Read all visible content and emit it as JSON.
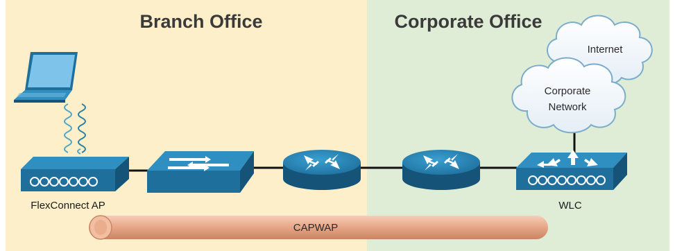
{
  "zones": {
    "branch": {
      "title": "Branch Office",
      "color": "#fcefc9"
    },
    "corporate": {
      "title": "Corporate Office",
      "color": "#dfecd6"
    }
  },
  "clouds": {
    "internet": {
      "label": "Internet"
    },
    "corporate_network": {
      "line1": "Corporate",
      "line2": "Network"
    }
  },
  "devices": {
    "ap": {
      "label": "FlexConnect AP",
      "icon": "access-point-icon"
    },
    "switch": {
      "icon": "switch-icon"
    },
    "router_branch": {
      "icon": "router-icon"
    },
    "router_corporate": {
      "icon": "router-icon"
    },
    "wlc": {
      "label": "WLC",
      "icon": "wireless-lan-controller-icon"
    },
    "laptop": {
      "icon": "laptop-icon"
    }
  },
  "tunnel": {
    "label": "CAPWAP",
    "color": "#e9a98a"
  },
  "colors": {
    "device": "#1f6f9c",
    "device_top": "#2e8fc0",
    "device_dark": "#155478"
  }
}
